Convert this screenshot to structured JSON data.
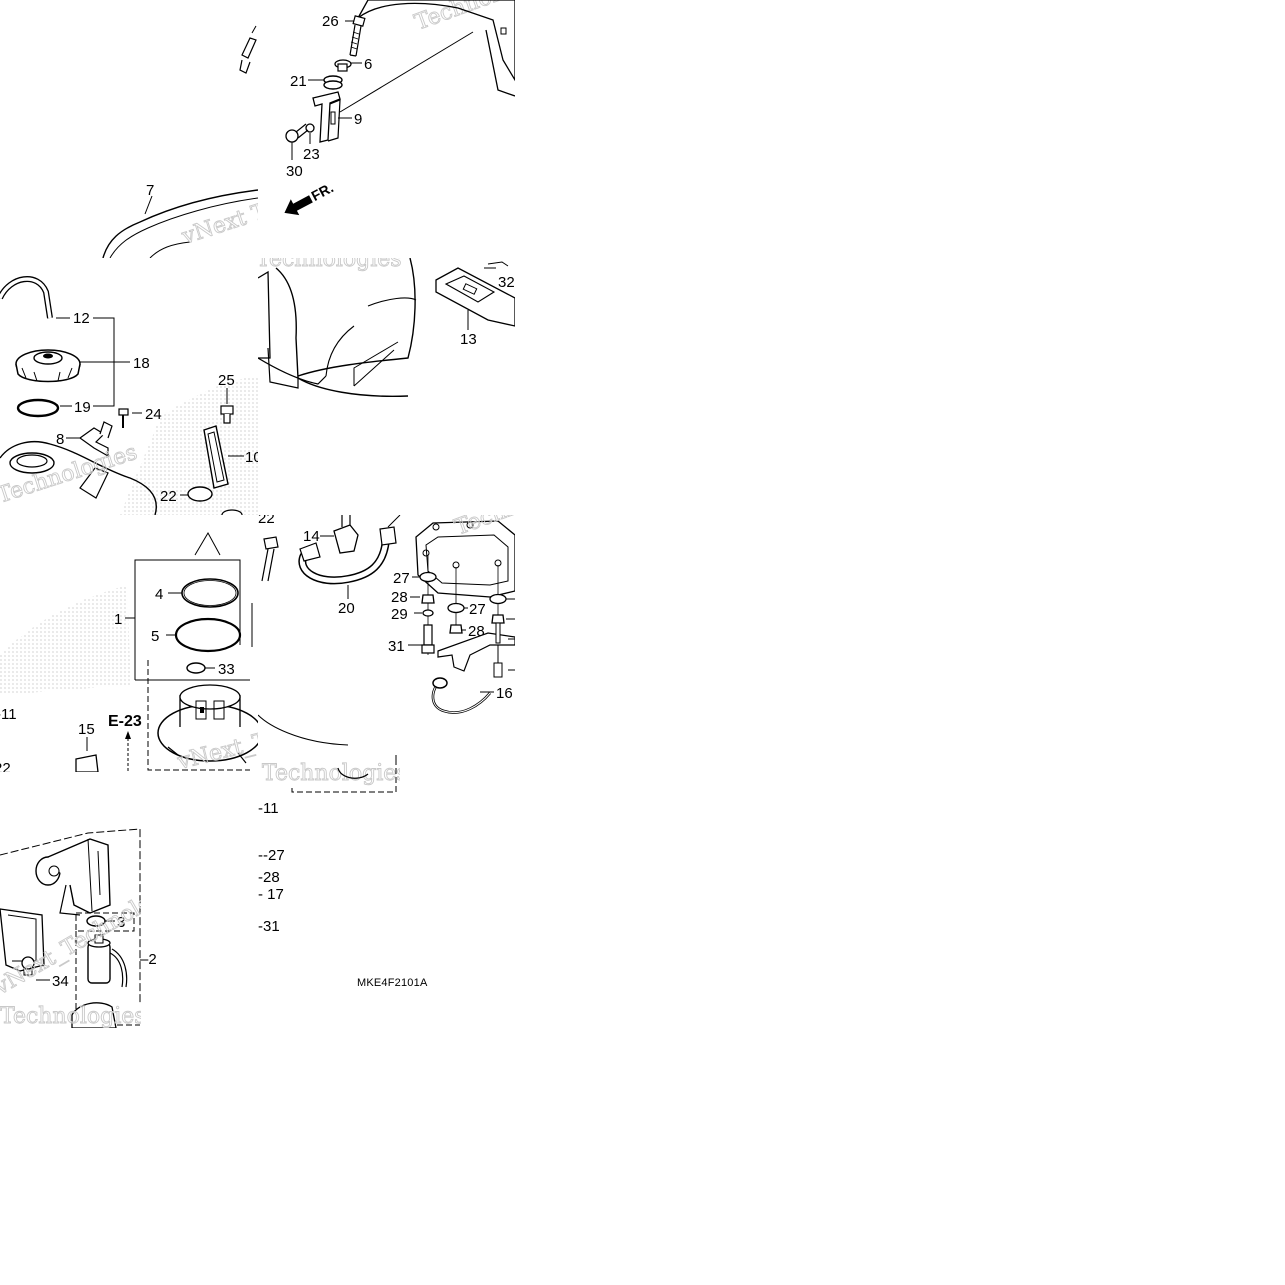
{
  "diagram_code": "MKE4F2101A",
  "watermarks": [
    "Technologies",
    "vNext Technologies",
    "vNext_Technologies"
  ],
  "front_marker": "FR.",
  "section_ref": "E-23",
  "part_labels": {
    "p1": "1",
    "p2": "2",
    "p3": "3",
    "p4": "4",
    "p5": "5",
    "p6": "6",
    "p7": "7",
    "p8": "8",
    "p9": "9",
    "p10": "10",
    "p11": "11",
    "p12": "12",
    "p13": "13",
    "p14": "14",
    "p15": "15",
    "p16": "16",
    "p17": "17",
    "p18": "18",
    "p19": "19",
    "p20": "20",
    "p21": "21",
    "p22": "22",
    "p23": "23",
    "p24": "24",
    "p25": "25",
    "p26": "26",
    "p27": "27",
    "p28": "28",
    "p29": "29",
    "p30": "30",
    "p31": "31",
    "p32": "32",
    "p33": "33",
    "p34": "34"
  },
  "side_callouts": [
    "-11",
    "--27",
    "-28",
    "- 17",
    "-31"
  ]
}
